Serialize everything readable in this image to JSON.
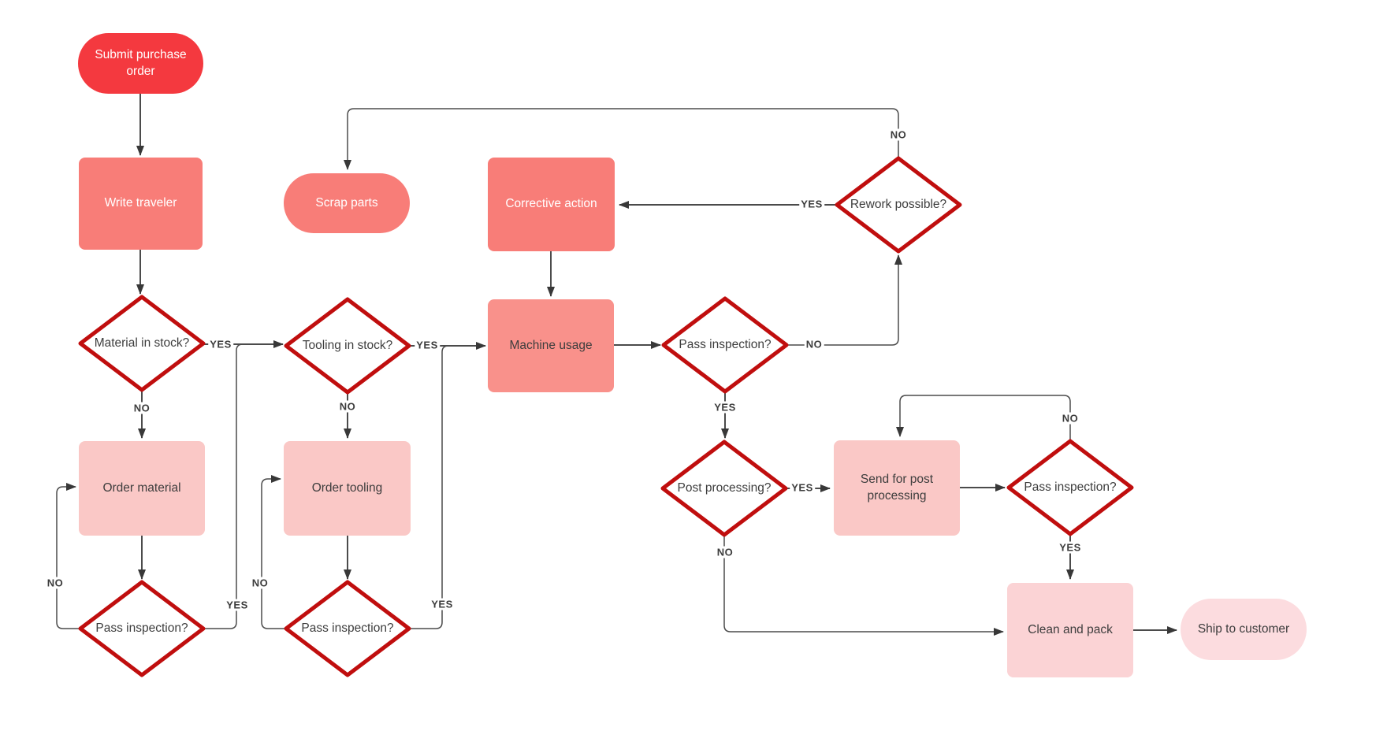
{
  "flowchart": {
    "colors": {
      "start_fill": "#f4393f",
      "process_fill": "#f87d78",
      "machine_fill": "#f9918b",
      "order_fill": "#fac8c6",
      "clean_fill": "#fbd3d5",
      "ship_fill": "#fcdcdf",
      "decision_fill": "#ffffff",
      "decision_border": "#c00e0e",
      "line": "#4b4b4b",
      "arrow": "#383838",
      "label_text": "#3c3c3c",
      "node_text_light": "#ffffff",
      "node_text_dark": "#3d3d3d"
    },
    "nodes": [
      {
        "id": "submit",
        "type": "terminator",
        "label": "Submit purchase order"
      },
      {
        "id": "write_traveler",
        "type": "process",
        "label": "Write traveler"
      },
      {
        "id": "scrap_parts",
        "type": "terminator",
        "label": "Scrap parts"
      },
      {
        "id": "corrective",
        "type": "process",
        "label": "Corrective action"
      },
      {
        "id": "machine_usage",
        "type": "process",
        "label": "Machine usage"
      },
      {
        "id": "material_q",
        "type": "decision",
        "label": "Material in stock?"
      },
      {
        "id": "tooling_q",
        "type": "decision",
        "label": "Tooling in stock?"
      },
      {
        "id": "pass_q_center",
        "type": "decision",
        "label": "Pass inspection?"
      },
      {
        "id": "rework_q",
        "type": "decision",
        "label": "Rework possible?"
      },
      {
        "id": "order_material",
        "type": "process",
        "label": "Order material"
      },
      {
        "id": "order_tooling",
        "type": "process",
        "label": "Order tooling"
      },
      {
        "id": "pass_q_material",
        "type": "decision",
        "label": "Pass inspection?"
      },
      {
        "id": "pass_q_tooling",
        "type": "decision",
        "label": "Pass inspection?"
      },
      {
        "id": "post_q",
        "type": "decision",
        "label": "Post processing?"
      },
      {
        "id": "send_post",
        "type": "process",
        "label": "Send for post processing"
      },
      {
        "id": "pass_q_right",
        "type": "decision",
        "label": "Pass inspection?"
      },
      {
        "id": "clean_pack",
        "type": "process",
        "label": "Clean and pack"
      },
      {
        "id": "ship",
        "type": "terminator",
        "label": "Ship to customer"
      }
    ],
    "edges": [
      {
        "from": "submit",
        "to": "write_traveler",
        "label": ""
      },
      {
        "from": "write_traveler",
        "to": "material_q",
        "label": ""
      },
      {
        "from": "material_q",
        "to": "tooling_q",
        "label": "YES"
      },
      {
        "from": "material_q",
        "to": "order_material",
        "label": "NO"
      },
      {
        "from": "order_material",
        "to": "pass_q_material",
        "label": ""
      },
      {
        "from": "pass_q_material",
        "to": "order_material",
        "label": "NO"
      },
      {
        "from": "pass_q_material",
        "to": "tooling_q",
        "label": "YES"
      },
      {
        "from": "tooling_q",
        "to": "machine_usage",
        "label": "YES"
      },
      {
        "from": "tooling_q",
        "to": "order_tooling",
        "label": "NO"
      },
      {
        "from": "order_tooling",
        "to": "pass_q_tooling",
        "label": ""
      },
      {
        "from": "pass_q_tooling",
        "to": "order_tooling",
        "label": "NO"
      },
      {
        "from": "pass_q_tooling",
        "to": "machine_usage",
        "label": "YES"
      },
      {
        "from": "corrective",
        "to": "machine_usage",
        "label": ""
      },
      {
        "from": "machine_usage",
        "to": "pass_q_center",
        "label": ""
      },
      {
        "from": "pass_q_center",
        "to": "rework_q",
        "label": "NO"
      },
      {
        "from": "rework_q",
        "to": "corrective",
        "label": "YES"
      },
      {
        "from": "rework_q",
        "to": "scrap_parts",
        "label": "NO"
      },
      {
        "from": "pass_q_center",
        "to": "post_q",
        "label": "YES"
      },
      {
        "from": "post_q",
        "to": "send_post",
        "label": "YES"
      },
      {
        "from": "send_post",
        "to": "pass_q_right",
        "label": ""
      },
      {
        "from": "pass_q_right",
        "to": "send_post",
        "label": "NO"
      },
      {
        "from": "pass_q_right",
        "to": "clean_pack",
        "label": "YES"
      },
      {
        "from": "post_q",
        "to": "clean_pack",
        "label": "NO"
      },
      {
        "from": "clean_pack",
        "to": "ship",
        "label": ""
      }
    ]
  }
}
